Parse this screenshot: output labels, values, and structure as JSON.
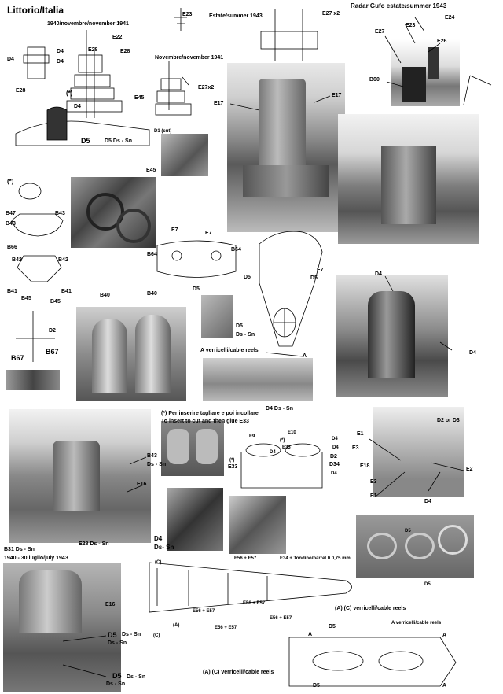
{
  "title": "Littorio/Italia",
  "date_1940_1941": "1940/novembre/november 1941",
  "date_1941_nov": "Novembre/november 1941",
  "estate_1943": "Estate/summer 1943",
  "radar_title": "Radar Gufo estate/summer 1943",
  "e27x2_a": "E27 x2",
  "e27x2_b": "E27x2",
  "d1_cut": "D1 (cut)",
  "footnote_it": "(*) Per inserire tagliare e poi incollare",
  "footnote_en": "To insert to cut and then glue E33",
  "cable_reels": "A verricelli/cable reels",
  "cable_reels_ac_1": "(A) (C) verricelli/cable reels",
  "cable_reels_ac_2": "(A) (C) verricelli/cable reels",
  "cable_reels_right": "A verricelli/cable reels",
  "date_1940_1943": "1940 - 30 luglio/july 1943",
  "tondino": "E34 + Tondino/barrel 0 0,75 mm",
  "labels": {
    "star": "(*)",
    "star2": "(*)",
    "star3": "(*)",
    "star4": "(*)",
    "d4": "D4",
    "d5": "D5",
    "e28": "E28",
    "e23": "E23",
    "e22": "E22",
    "e17": "E17",
    "e45": "E45",
    "e24": "E24",
    "e26": "E26",
    "e27": "E27",
    "b60": "B60",
    "b66": "B66",
    "b67": "B67",
    "b47": "B47",
    "b43": "B43",
    "b42": "B42",
    "b41": "B41",
    "b45": "B45",
    "b40": "B40",
    "b64": "B64",
    "e7": "E7",
    "d2": "D2",
    "d5_ds_sn": "D5 Ds - Sn",
    "ds_sn": "Ds - Sn",
    "d4_ds_sn": "D4 Ds - Sn",
    "d4ds": "D4",
    "ds_sn2": "Ds- Sn",
    "e33": "E33",
    "e9": "E9",
    "e10": "E10",
    "d34": "D34",
    "d2d3": "D2 or D3",
    "e1": "E1",
    "e2": "E2",
    "e3": "E3",
    "e18": "E18",
    "e16": "E16",
    "b31": "B31 Ds - Sn",
    "e28_ds": "E28 Ds - Sn",
    "e56": "E56 + E57",
    "a": "A",
    "c": "(C)",
    "a_par": "(A)"
  }
}
